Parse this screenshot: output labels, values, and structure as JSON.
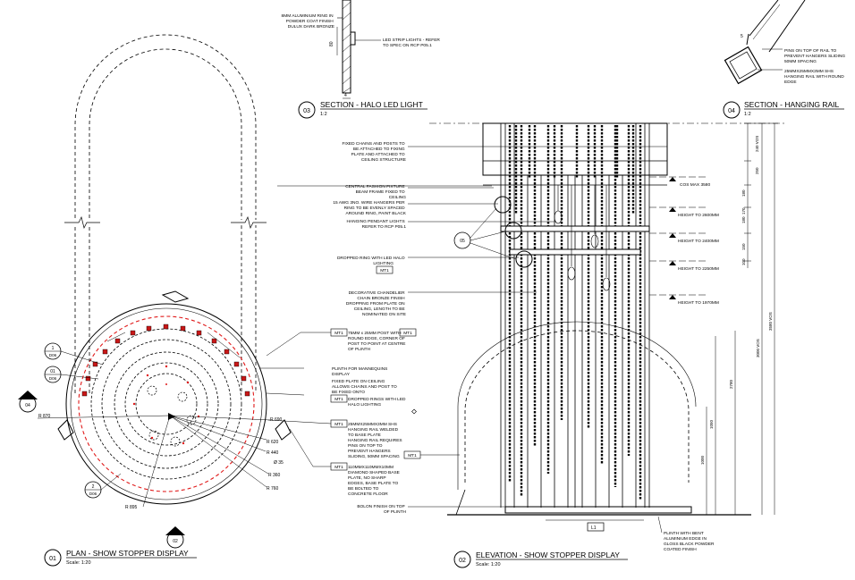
{
  "views": {
    "plan": {
      "number": "01",
      "title": "PLAN - SHOW STOPPER DISPLAY",
      "scale": "Scale: 1:20",
      "callouts": [
        {
          "number": "1",
          "sheet": "D06"
        },
        {
          "number": "01",
          "sheet": "D06"
        },
        {
          "number": "2",
          "sheet": "D06"
        }
      ],
      "section_marks": [
        "04",
        "02"
      ],
      "radii": [
        "R 870",
        "R 690",
        "R 620",
        "R 440",
        "Ø 35",
        "R 360",
        "R 760",
        "R 895"
      ]
    },
    "elevation": {
      "number": "02",
      "title": "ELEVATION - SHOW STOPPER DISPLAY",
      "scale": "Scale: 1:20",
      "bubble": "05",
      "levels": [
        {
          "label": "COS MAX 3580"
        },
        {
          "label": "HEIGHT TO 2600MM"
        },
        {
          "label": "HEIGHT TO 2400MM"
        },
        {
          "label": "HEIGHT TO 2250MM"
        },
        {
          "label": "HEIGHT TO 1970MM"
        }
      ],
      "dims": [
        "240 VOS",
        "250",
        "180",
        "170",
        "180",
        "150",
        "100",
        "3580 VOS",
        "3000 VOS",
        "2780",
        "1050",
        "1000"
      ],
      "floor_tag": "L1"
    },
    "halo": {
      "number": "03",
      "title": "SECTION - HALO LED LIGHT",
      "scale": "1:2",
      "dim": "80",
      "dim2": "4"
    },
    "rail": {
      "number": "04",
      "title": "SECTION - HANGING RAIL",
      "scale": "1:2",
      "dim": "5"
    }
  },
  "notes": {
    "halo_ring": [
      "8MM ALUMINIUM RING IN",
      "POWDER COAT FINISH",
      "DULUX DARK BRONZE"
    ],
    "led_strip": [
      "LED STRIP LIGHTS - REFER",
      "TO SPEC ON RCP P05.1"
    ],
    "rail_pins": [
      "PINS ON TOP OF RAIL TO",
      "PREVENT HANGERS SLIDING",
      "50MM SPACING"
    ],
    "rail_shs": [
      "25MMX25MMX3MM SHS",
      "HANGING RAIL WITH ROUND",
      "EDGE"
    ],
    "fixed_chains": [
      "FIXED CHAINS AND POSTS TO",
      "BE ATTACHED TO FIXING",
      "PLATE AND ATTACHED TO",
      "CEILING STRUCTURE"
    ],
    "central_fixture": [
      "CENTRAL FASHION FIXTURE",
      "BEAM FRAME FIXED TO",
      "CEILING"
    ],
    "wire_hangers": [
      "15 AWG 3NO. WIRE HANGERS PER",
      "RING TO BE EVENLY SPACED",
      "AROUND RING, PAINT BLACK"
    ],
    "pendant": [
      "HANGING PENDANT LIGHTS",
      "REFER TO RCP P05.1"
    ],
    "dropped_ring": [
      "DROPPED RING WITH LED HALO",
      "LIGHTING"
    ],
    "dropped_ring_tag": "MT1",
    "chandelier": [
      "DECORATIVE CHANDELIER",
      "CHAIN BRONZE FINISH",
      "DROPPING FROM PLATE ON",
      "CEILING, LENGTH TO BE",
      "NOMINATED ON SITE"
    ],
    "post": {
      "tag": "MT1",
      "tag2": "MT1",
      "lines": [
        "75MM x 25MM POST WITH",
        "ROUND EDGE, CORNER OF",
        "POST TO POINT AT CENTRE",
        "OF PLINTH"
      ]
    },
    "plinth_mannequins": [
      "PLINTH FOR MANNEQUINS",
      "DISPLAY"
    ],
    "fixed_plate": [
      "FIXED PLATE ON CEILING",
      "ALLOWS CHAINS AND POST TO",
      "BE FIXED ONTO"
    ],
    "dropped_rings": {
      "tag": "MT1",
      "lines": [
        "DROPPED RINGS WITH LED",
        "HALO LIGHTING"
      ]
    },
    "hanging_rail": {
      "tag": "MT1",
      "tag2": "MT1",
      "lines": [
        "25MMX25MMX3MM SHS",
        "HANGING RAIL WELDED",
        "TO BASE PLATE",
        "HANGING RAIL REQUIRES",
        "PINS ON TOP TO",
        "PREVENT HANGERS",
        "SLIDING, 50MM SPACING"
      ]
    },
    "base_plate": {
      "tag": "MT1",
      "lines": [
        "110MMX110MMX10MM",
        "DIAMOND SHAPED BASE",
        "PLATE, NO SHARP",
        "EDGES, BASE PLATE TO",
        "BE BOLTED TO",
        "CONCRETE FLOOR"
      ]
    },
    "bolon": [
      "BOLON FINISH ON TOP",
      "OF PLINTH"
    ],
    "plinth_edge": [
      "PLINTH WITH BENT",
      "ALUMINIUM EDGE IN",
      "GLOSS BLACK POWDER",
      "COATED FINISH"
    ]
  }
}
